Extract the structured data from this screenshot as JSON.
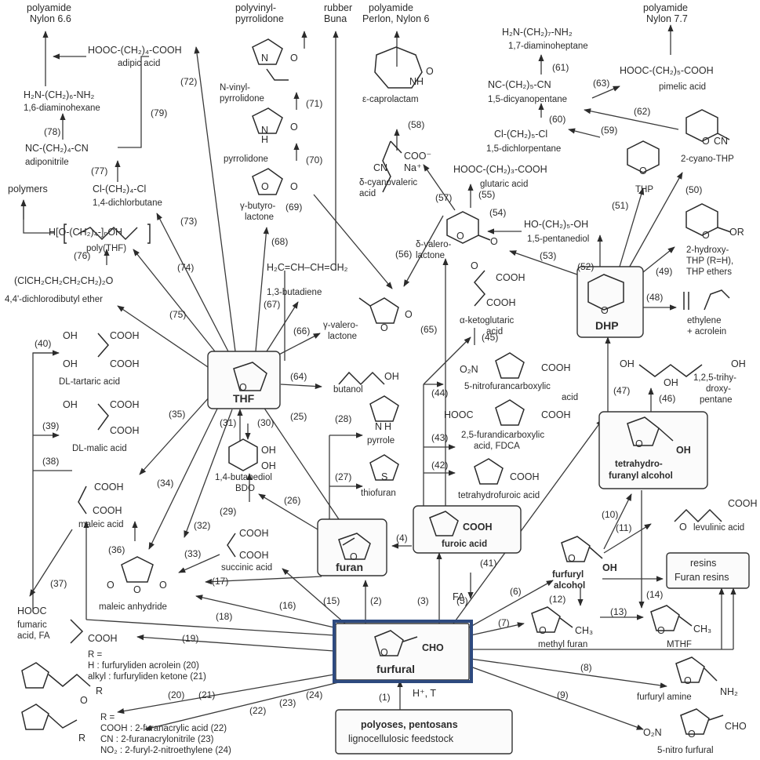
{
  "colors": {
    "highlight": "#2e4a7f",
    "ink": "#2b2b2b"
  },
  "top": {
    "nylon66": [
      "polyamide",
      "Nylon 6.6"
    ],
    "pvp": [
      "polyvinyl-",
      "pyrrolidone"
    ],
    "buna": [
      "rubber",
      "Buna"
    ],
    "perlon": [
      "polyamide",
      "Perlon, Nylon 6"
    ],
    "nylon77": [
      "polyamide",
      "Nylon 7.7"
    ]
  },
  "left": {
    "adipic_formula": "HOOC-(CH₂)₄-COOH",
    "adipic": "adipic acid",
    "hmda_formula": "H₂N-(CH₂)₆-NH₂",
    "hmda": "1,6-diaminohexane",
    "adn_formula": "NC-(CH₂)₄-CN",
    "adn": "adiponitrile",
    "polymers": "polymers",
    "dcb_formula": "Cl-(CH₂)₄-Cl",
    "dcb": "1,4-dichlorbutane",
    "pthf_formula": "H[O-(CH₂)₄-]ₙOH",
    "pthf": "poly(THF)",
    "ether_formula": "(ClCH₂CH₂CH₂CH₂)₂O",
    "ether": "4,4'-dichlorodibutyl ether",
    "tartaric": "DL-tartaric acid",
    "malic": "DL-malic acid",
    "maleic": "maleic acid",
    "anhydride": "maleic anhydride",
    "fumaric": [
      "fumaric",
      "acid, FA"
    ],
    "furfuryliden": [
      "R =",
      "H : furfuryliden acrolein (20)",
      "alkyl : furfuryliden ketone (21)"
    ],
    "furanacrylic": [
      "R =",
      "COOH : 2-furanacrylic acid (22)",
      "CN : 2-furanacrylonitrile (23)",
      "NO₂ : 2-furyl-2-nitroethylene (24)"
    ]
  },
  "center": {
    "nvp": [
      "N-vinyl-",
      "pyrrolidone"
    ],
    "pyrrolidone": "pyrrolidone",
    "gbl": [
      "γ-butyro-",
      "lactone"
    ],
    "butadiene_formula": "H₂C=CH–CH=CH₂",
    "butadiene": "1,3-butadiene",
    "gvl": [
      "γ-valero-",
      "lactone"
    ],
    "caprolactam": "ε-caprolactam",
    "cyanovaleric": [
      "δ-cyanovaleric",
      "acid"
    ],
    "thf": "THF",
    "butanol": "butanol",
    "bdo": [
      "1,4-butanediol",
      "BDO"
    ],
    "succinic": "succinic acid",
    "pyrrole": "pyrrole",
    "thiofuran": "thiofuran",
    "furan": "furan",
    "furoic": "furoic acid",
    "fa": "FA",
    "furfural": "furfural",
    "feedstock": [
      "polyoses, pentosans",
      "lignocellulosic feedstock"
    ],
    "hplus": "H⁺, T",
    "dvl": [
      "δ-valero-",
      "lactone"
    ],
    "ketoglutaric": [
      "α-ketoglutaric",
      "acid"
    ],
    "nitrofuran": [
      "5-nitrofurancarboxylic",
      "acid"
    ],
    "fdca": [
      "2,5-furandicarboxylic",
      "acid, FDCA"
    ],
    "thfa": "tetrahydrofuroic acid"
  },
  "right": {
    "dah_formula": "H₂N-(CH₂)₇-NH₂",
    "dah": "1,7-diaminoheptane",
    "pimelic_formula": "HOOC-(CH₂)₅-COOH",
    "pimelic": "pimelic acid",
    "dcp_formula": "NC-(CH₂)₅-CN",
    "dcp": "1,5-dicyanopentane",
    "dclp_formula": "Cl-(CH₂)₅-Cl",
    "dclp": "1,5-dichlorpentane",
    "cyanothp": "2-cyano-THP",
    "glutaric_formula": "HOOC-(CH₂)₃-COOH",
    "glutaric": "glutaric acid",
    "thp": "THP",
    "pentanediol_formula": "HO-(CH₂)₅-OH",
    "pentanediol": "1,5-pentanediol",
    "hydroxythp": [
      "2-hydroxy-",
      "THP (R=H),",
      "THP ethers"
    ],
    "dhp": "DHP",
    "ethylene": [
      "ethylene",
      "+ acrolein"
    ],
    "pentanetriol": [
      "1,2,5-trihy-",
      "droxy-",
      "pentane"
    ],
    "thfalc": [
      "tetrahydro-",
      "furanyl alcohol"
    ],
    "levulinic": "levulinic acid",
    "ffalc": [
      "furfuryl",
      "alcohol"
    ],
    "resins": [
      "resins",
      "Furan resins"
    ],
    "methylfuran": "methyl furan",
    "mthf": "MTHF",
    "furfurylamine": "furfuryl amine",
    "nitrofurfural": "5-nitro furfural"
  },
  "nums": [
    "(1)",
    "(2)",
    "(3)",
    "(4)",
    "(5)",
    "(6)",
    "(7)",
    "(8)",
    "(9)",
    "(10)",
    "(11)",
    "(12)",
    "(13)",
    "(14)",
    "(15)",
    "(16)",
    "(17)",
    "(18)",
    "(19)",
    "(20)",
    "(21)",
    "(22)",
    "(23)",
    "(24)",
    "(25)",
    "(26)",
    "(27)",
    "(28)",
    "(29)",
    "(30)",
    "(31)",
    "(32)",
    "(33)",
    "(34)",
    "(35)",
    "(36)",
    "(37)",
    "(38)",
    "(39)",
    "(40)",
    "(41)",
    "(42)",
    "(43)",
    "(44)",
    "(45)",
    "(46)",
    "(47)",
    "(48)",
    "(49)",
    "(50)",
    "(51)",
    "(52)",
    "(53)",
    "(54)",
    "(55)",
    "(56)",
    "(57)",
    "(58)",
    "(59)",
    "(60)",
    "(61)",
    "(62)",
    "(63)",
    "(64)",
    "(65)",
    "(66)",
    "(67)",
    "(68)",
    "(69)",
    "(70)",
    "(71)",
    "(72)",
    "(73)",
    "(74)",
    "(75)",
    "(76)",
    "(77)",
    "(78)",
    "(79)"
  ],
  "frag": {
    "cooh": "COOH",
    "cho": "CHO",
    "oh": "OH",
    "o": "O",
    "n": "N",
    "h": "H",
    "s": "S",
    "nh": "NH",
    "cn": "CN",
    "ch3": "CH₃",
    "nh2": "NH₂",
    "o2n": "O₂N",
    "r": "R",
    "or": "OR",
    "coo_na": [
      "COO⁻",
      "Na⁺"
    ],
    "hooc": "HOOC",
    "cl": "Cl"
  }
}
